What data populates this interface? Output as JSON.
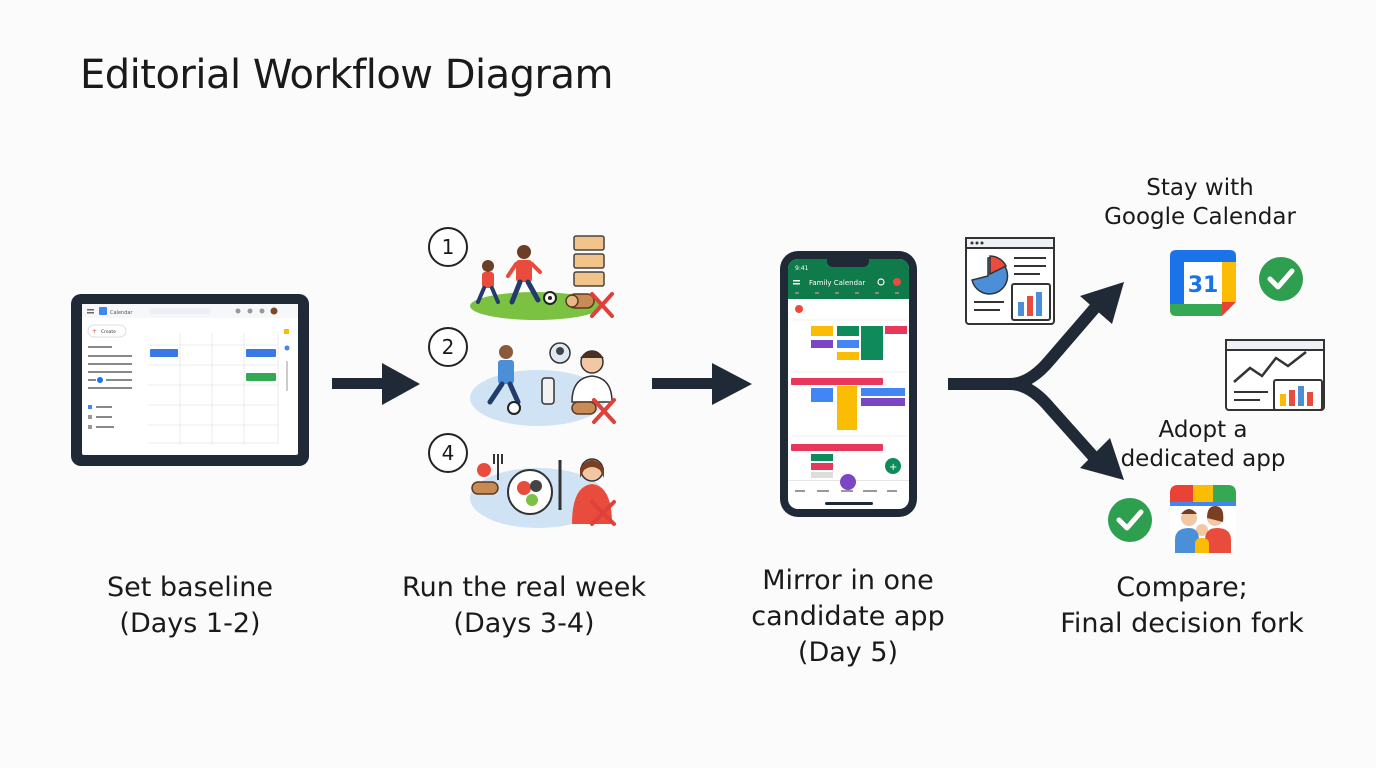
{
  "title": "Editorial Workflow Diagram",
  "steps": [
    {
      "line1": "Set baseline",
      "line2": "(Days 1-2)"
    },
    {
      "line1": "Run the real week",
      "line2": "(Days 3-4)"
    },
    {
      "line1": "Mirror in one",
      "line2": "candidate app",
      "line3": "(Day 5)"
    },
    {
      "line1": "Compare;",
      "line2": "Final decision fork"
    }
  ],
  "activity_numbers": [
    "1",
    "2",
    "4"
  ],
  "branches": {
    "stay": {
      "line1": "Stay with",
      "line2": "Google Calendar",
      "icon_text": "31"
    },
    "adopt": {
      "line1": "Adopt a",
      "line2": "dedicated app"
    }
  },
  "tablet_ui": {
    "app_name": "Calendar",
    "create_label": "Create"
  },
  "phone_ui": {
    "time": "9:41",
    "app_title": "Family Calendar"
  },
  "colors": {
    "dark": "#1f2a36",
    "google_blue": "#4285f4",
    "google_red": "#ea4335",
    "google_yellow": "#fbbc04",
    "google_green": "#34a853",
    "check_green": "#2e9e4f",
    "cross_red": "#e0403a"
  }
}
